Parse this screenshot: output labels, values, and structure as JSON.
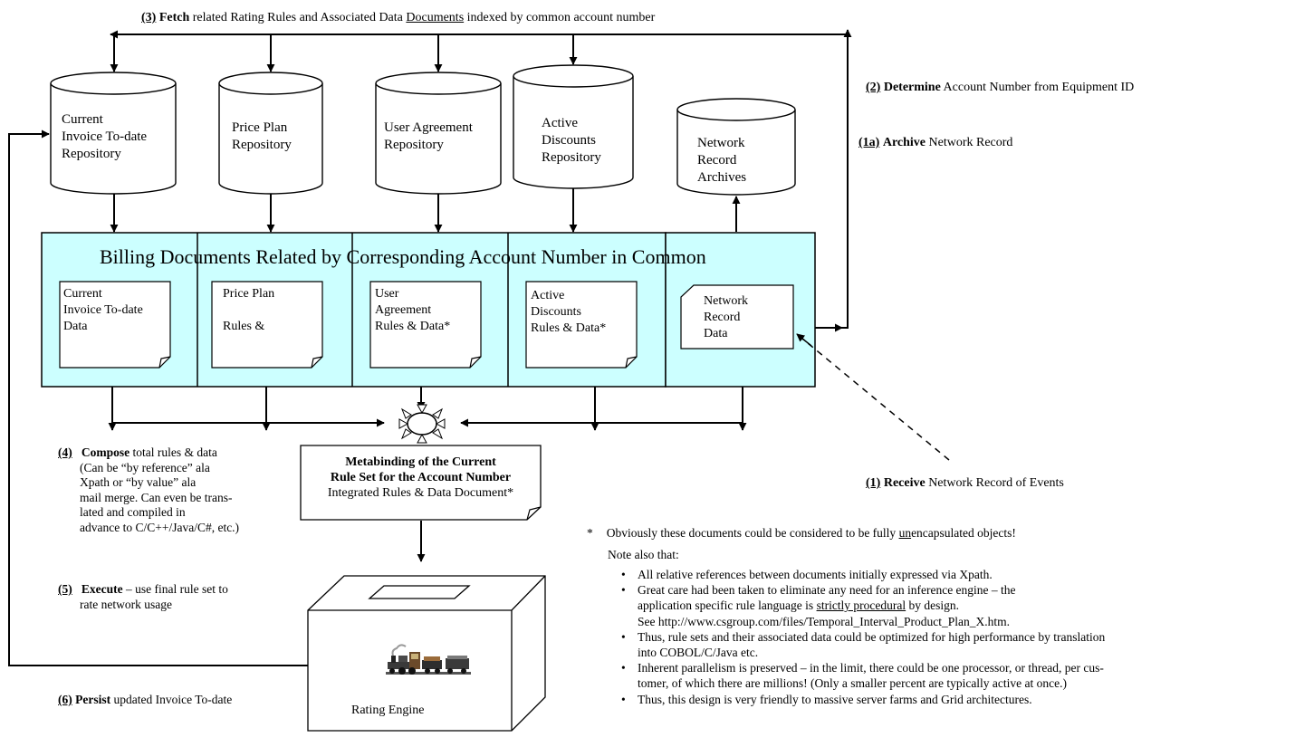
{
  "steps": {
    "fetch": {
      "num": "(3)",
      "verb": "Fetch",
      "text_a": " related Rating Rules and Associated Data ",
      "text_u": "Documents",
      "text_b": " indexed by common account  number"
    },
    "determine": {
      "num": "(2)",
      "verb": "Determine",
      "text": " Account Number from Equipment ID"
    },
    "archive": {
      "num": "(1a)",
      "verb": "Archive",
      "text": " Network Record"
    },
    "receive": {
      "num": "(1)",
      "verb": "Receive",
      "text": " Network Record of Events"
    },
    "compose": {
      "num": "(4)",
      "verb": "Compose",
      "lines": [
        " total rules & data",
        "(Can be “by reference” ala",
        "Xpath or “by value” ala",
        "mail merge. Can even be trans-",
        "lated and compiled in",
        "advance to C/C++/Java/C#, etc.)"
      ]
    },
    "execute": {
      "num": "(5)",
      "verb": "Execute",
      "lines": [
        " – use final rule set to",
        "rate network usage"
      ]
    },
    "persist": {
      "num": "(6)",
      "verb": "Persist",
      "text": " updated Invoice To-date"
    }
  },
  "repositories": [
    {
      "lines": [
        "Current",
        "Invoice To-date",
        "Repository"
      ]
    },
    {
      "lines": [
        "Price Plan",
        "Repository"
      ]
    },
    {
      "lines": [
        "User Agreement",
        "Repository"
      ]
    },
    {
      "lines": [
        "Active",
        "Discounts",
        "Repository"
      ]
    },
    {
      "lines": [
        "Network",
        "Record",
        "Archives"
      ]
    }
  ],
  "billing": {
    "title": "Billing Documents Related by Corresponding Account Number in Common",
    "documents": [
      {
        "lines": [
          "Current",
          "Invoice To-date",
          "Data"
        ]
      },
      {
        "lines": [
          "Price Plan",
          "",
          "Rules &"
        ]
      },
      {
        "lines": [
          "User",
          "Agreement",
          "Rules & Data*"
        ]
      },
      {
        "lines": [
          "Active",
          "Discounts",
          "Rules & Data*"
        ]
      },
      {
        "lines": [
          "Network",
          "Record",
          "Data"
        ]
      }
    ]
  },
  "metabinding": {
    "title_1": "Metabinding of the Current",
    "title_2": "Rule Set for the Account Number",
    "subtitle": "Integrated Rules & Data Document*"
  },
  "engine": {
    "label": "Rating Engine"
  },
  "notes": {
    "star": "*",
    "star_text_a": "Obviously these documents could be considered to be fully ",
    "star_text_u": "un",
    "star_text_b": "encapsulated objects!",
    "intro": "Note also that:",
    "b1": "All relative references between documents initially expressed via Xpath.",
    "b2_l1": "Great care had been taken to eliminate any need for an inference engine – the",
    "b2_l2a": "application specific rule language is ",
    "b2_l2u": "strictly procedural",
    "b2_l2b": " by design.",
    "b2_l3": "See http://www.csgroup.com/files/Temporal_Interval_Product_Plan_X.htm.",
    "b3_l1": "Thus, rule sets and their associated data could be optimized for high performance by translation",
    "b3_l2": "into COBOL/C/Java etc.",
    "b4_l1": "Inherent parallelism is preserved – in the limit, there could be one processor, or thread, per cus-",
    "b4_l2": "tomer, of which there are millions!  (Only a smaller percent are typically active at once.)",
    "b5": "Thus, this design is very friendly to massive server farms and Grid architectures."
  }
}
